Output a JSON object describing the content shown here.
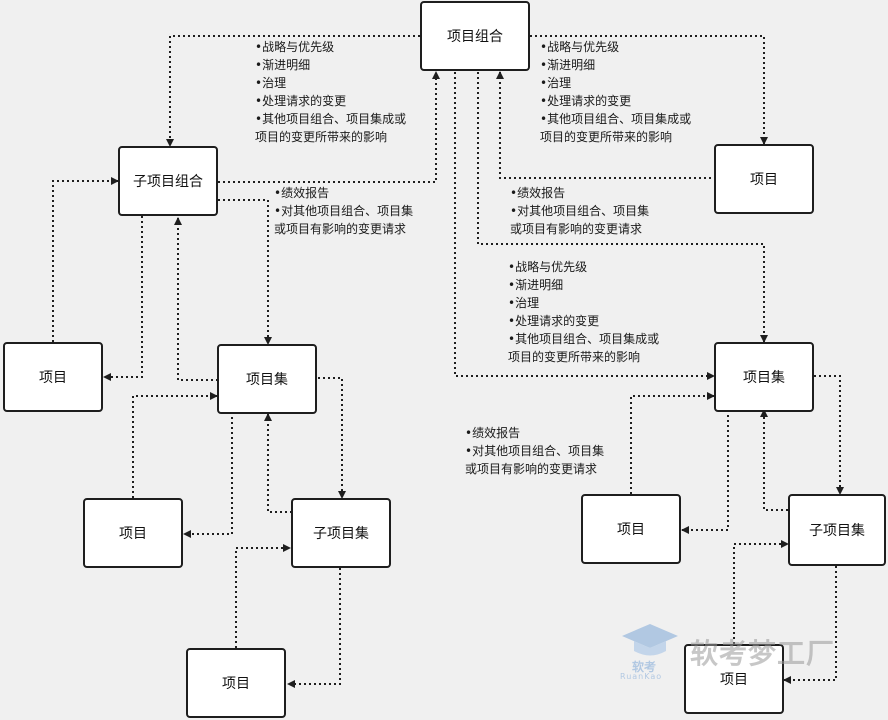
{
  "nodes": {
    "portfolio": "项目组合",
    "sub_portfolio": "子项目组合",
    "project_top_right": "项目",
    "project_left": "项目",
    "program_left": "项目集",
    "project_mid_left": "项目",
    "sub_program_left": "子项目集",
    "project_bottom_left": "项目",
    "program_right": "项目集",
    "project_mid_right": "项目",
    "sub_program_right": "子项目集",
    "project_bottom_right": "项目"
  },
  "notes": {
    "governance_left": [
      "•战略与优先级",
      "•渐进明细",
      "•治理",
      "•处理请求的变更",
      "•其他项目组合、项目集成或",
      "项目的变更所带来的影响"
    ],
    "governance_right": [
      "•战略与优先级",
      "•渐进明细",
      "•治理",
      "•处理请求的变更",
      "•其他项目组合、项目集成或",
      "项目的变更所带来的影响"
    ],
    "governance_mid": [
      "•战略与优先级",
      "•渐进明细",
      "•治理",
      "•处理请求的变更",
      "•其他项目组合、项目集成或",
      "项目的变更所带来的影响"
    ],
    "report_left": [
      "•绩效报告",
      "•对其他项目组合、项目集",
      "或项目有影响的变更请求"
    ],
    "report_right": [
      "•绩效报告",
      "•对其他项目组合、项目集",
      "或项目有影响的变更请求"
    ],
    "report_bottom": [
      "•绩效报告",
      "•对其他项目组合、项目集",
      "或项目有影响的变更请求"
    ]
  },
  "watermark": {
    "main": "软考梦工厂",
    "sub": "软考",
    "en": "RuanKao"
  }
}
